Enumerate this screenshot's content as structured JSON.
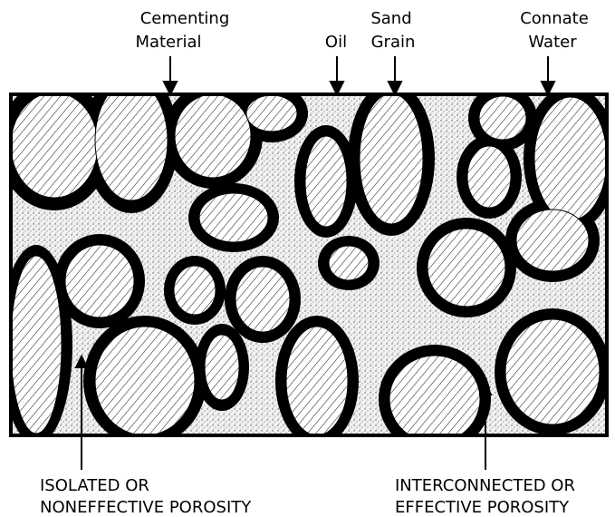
{
  "labels": {
    "cementing_line1": "Cementing",
    "cementing_line2": "Material",
    "oil": "Oil",
    "sand_line1": "Sand",
    "sand_line2": "Grain",
    "connate_line1": "Connate",
    "connate_line2": "Water",
    "isolated_line1": "ISOLATED OR",
    "isolated_line2": "NONEFFECTIVE POROSITY",
    "interconnected_line1": "INTERCONNECTED OR",
    "interconnected_line2": "EFFECTIVE POROSITY"
  },
  "colors": {
    "cement": "#000000",
    "grain": "#ffffff",
    "pore_fluid": "#eeeeee",
    "ink": "#000000"
  }
}
